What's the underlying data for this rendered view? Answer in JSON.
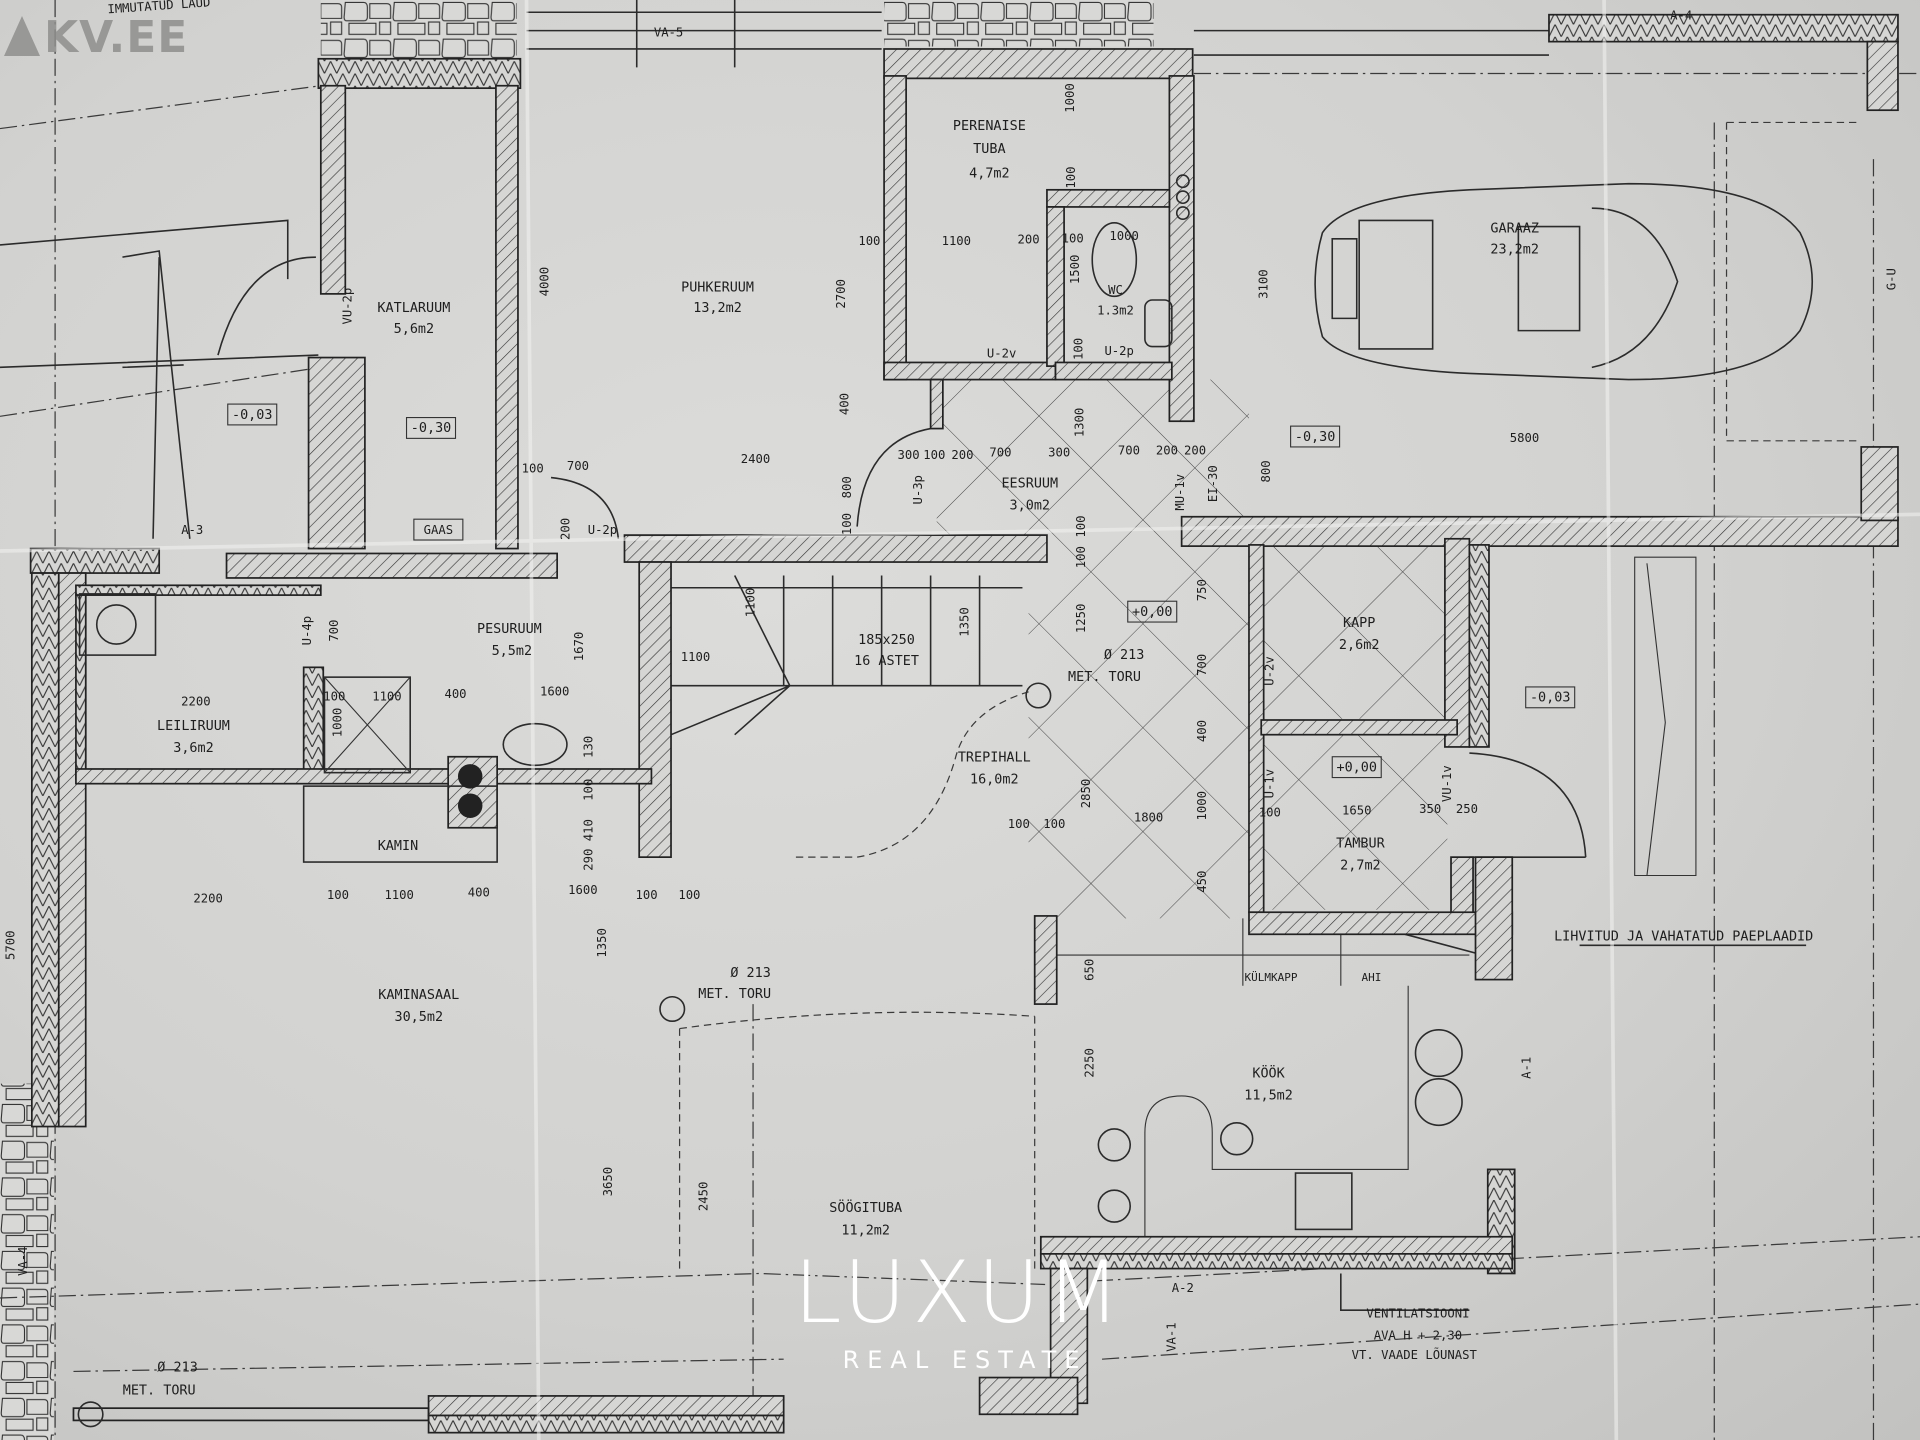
{
  "watermarks": {
    "kv": "KV.EE",
    "luxum": "LUXUM",
    "luxum_sub": "REAL ESTATE"
  },
  "rooms": {
    "katlaruum": {
      "name": "KATLARUUM",
      "area": "5,6m2"
    },
    "puhkeruum": {
      "name": "PUHKERUUM",
      "area": "13,2m2"
    },
    "perenaise_tuba": {
      "name1": "PERENAISE",
      "name2": "TUBA",
      "area": "4,7m2"
    },
    "wc": {
      "name": "WC",
      "area": "1.3m2"
    },
    "garaaz": {
      "name": "GARAAZ",
      "area": "23,2m2"
    },
    "pesuruum": {
      "name": "PESURUUM",
      "area": "5,5m2"
    },
    "leiliruum": {
      "name": "LEILIRUUM",
      "area": "3,6m2"
    },
    "eesruum": {
      "name": "EESRUUM",
      "area": "3,0m2"
    },
    "trepihall": {
      "name": "TREPIHALL",
      "area": "16,0m2"
    },
    "kapp": {
      "name": "KAPP",
      "area": "2,6m2"
    },
    "tambur": {
      "name": "TAMBUR",
      "area": "2,7m2"
    },
    "kaminasaal": {
      "name": "KAMINASAAL",
      "area": "30,5m2"
    },
    "soogituba": {
      "name": "SÖÖGITUBA",
      "area": "11,2m2"
    },
    "kook": {
      "name": "KÖÖK",
      "area": "11,5m2"
    }
  },
  "levels": [
    "-0,03",
    "-0,30",
    "-0,30",
    "+0,00",
    "+0,00",
    "-0,03"
  ],
  "fixtures": {
    "gaas": "GAAS",
    "kamin": "KAMIN",
    "kulmkapp": "KÜLMKAPP",
    "ahi": "AHI",
    "stairs_size": "185x250",
    "stairs_steps": "16 ASTET"
  },
  "pipes": {
    "diameter": "Ø 213",
    "label": "MET. TORU"
  },
  "notes": {
    "top_left": "IMMUTATUD LAUD",
    "floor": "LIHVITUD JA VAHATATUD PAEPLAADID",
    "vent1": "VENTILATSIOONI",
    "vent2": "AVA H + 2,30",
    "vent3": "VT. VAADE LÕUNAST"
  },
  "axes": [
    "VA-5",
    "A-4",
    "A-3",
    "A-2",
    "A-1",
    "VA-4",
    "VA-1",
    "G-U"
  ],
  "doors": [
    "VU-2p",
    "U-2v",
    "U-2p",
    "U-3p",
    "U-2p",
    "MU-1v",
    "EI-30",
    "U-4p",
    "U-2v",
    "U-1v",
    "VU-1v"
  ],
  "dims": [
    "4000",
    "100",
    "700",
    "2400",
    "2700",
    "400",
    "800",
    "100",
    "100",
    "1100",
    "200",
    "100",
    "1000",
    "1000",
    "100",
    "1500",
    "100",
    "3100",
    "5800",
    "1300",
    "300",
    "100",
    "200",
    "700",
    "300",
    "700",
    "200",
    "200",
    "800",
    "200",
    "1100",
    "1350",
    "1100",
    "1250",
    "100",
    "100",
    "750",
    "700",
    "400",
    "1000",
    "450",
    "2850",
    "100",
    "100",
    "1800",
    "100",
    "1650",
    "350",
    "250",
    "700",
    "2200",
    "100",
    "1100",
    "400",
    "1600",
    "1000",
    "1670",
    "130",
    "100",
    "290 410",
    "2200",
    "100",
    "1100",
    "400",
    "1600",
    "100",
    "100",
    "1350",
    "3650",
    "5700",
    "650",
    "2250",
    "2450"
  ]
}
